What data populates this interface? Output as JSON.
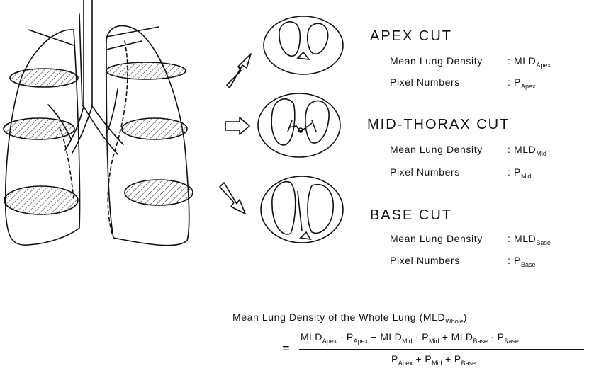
{
  "cuts": [
    {
      "title": "APEX CUT",
      "density_label": "Mean Lung Density",
      "density_symbol": "MLD",
      "density_sub": "Apex",
      "pixel_label": "Pixel Numbers",
      "pixel_symbol": "P",
      "pixel_sub": "Apex"
    },
    {
      "title": "MID-THORAX CUT",
      "density_label": "Mean Lung Density",
      "density_symbol": "MLD",
      "density_sub": "Mid",
      "pixel_label": "Pixel Numbers",
      "pixel_symbol": "P",
      "pixel_sub": "Mid"
    },
    {
      "title": "BASE CUT",
      "density_label": "Mean Lung Density",
      "density_symbol": "MLD",
      "density_sub": "Base",
      "pixel_label": "Pixel Numbers",
      "pixel_symbol": "P",
      "pixel_sub": "Base"
    }
  ],
  "formula": {
    "heading": "Mean Lung Density of the Whole Lung (",
    "heading_symbol": "MLD",
    "heading_sub": "Whole",
    "heading_close": ")",
    "equals": "=",
    "numerator": {
      "t1": "MLD",
      "t1s": "Apex",
      "d1": " · P",
      "d1s": "Apex",
      "p1": " + MLD",
      "p1s": "Mid",
      "d2": " · P",
      "d2s": "Mid",
      "p2": " + MLD",
      "p2s": "Base",
      "d3": " · P",
      "d3s": "Base"
    },
    "denominator": {
      "a": "P",
      "as": "Apex",
      "b": " + P",
      "bs": "Mid",
      "c": " + P",
      "cs": "Base"
    }
  }
}
